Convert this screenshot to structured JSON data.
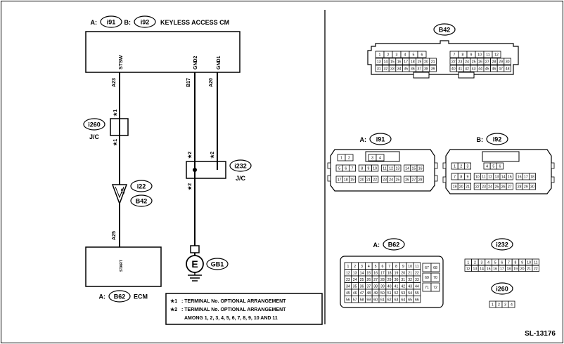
{
  "header": {
    "prefix_a": "A:",
    "conn_a": "i91",
    "prefix_b": "B:",
    "conn_b": "i92",
    "title": "KEYLESS ACCESS CM"
  },
  "keyless_cm": {
    "terminals": [
      {
        "name": "STSW",
        "pin": "A23"
      },
      {
        "name": "GND2",
        "pin": "B17"
      },
      {
        "name": "GND1",
        "pin": "A20"
      }
    ]
  },
  "jc_i260": {
    "conn": "i260",
    "type": "J/C",
    "mark_top": "★1",
    "mark_bottom": "★1"
  },
  "jc_i232": {
    "conn": "i232",
    "type": "J/C",
    "mark_left": "★2",
    "mark_right": "★2",
    "mark_bottom": "★2"
  },
  "splice": {
    "conn_top": "i22",
    "conn_bottom": "B42",
    "pin": "15"
  },
  "ecm": {
    "terminal": "START",
    "pin": "A25",
    "prefix": "A:",
    "conn": "B62",
    "title": "ECM"
  },
  "ground": {
    "symbol": "E",
    "conn": "GB1"
  },
  "legend": {
    "line1_mark": "★1",
    "line1_text": ": TERMINAL No. OPTIONAL ARRANGEMENT",
    "line2_mark": "★2",
    "line2_text": ": TERMINAL No. OPTIONAL ARRANGEMENT",
    "line3_text": "AMONG 1, 2, 3, 4, 5, 6, 7, 8, 9, 10 AND 11"
  },
  "connectors": {
    "b42": {
      "name": "B42",
      "left_rows": [
        [
          "1",
          "2",
          "3",
          "4",
          "5",
          "6"
        ],
        [
          "13",
          "14",
          "15",
          "16",
          "17",
          "18",
          "19",
          "20",
          "21"
        ],
        [
          "31",
          "32",
          "33",
          "34",
          "35",
          "36",
          "37",
          "38",
          "39"
        ]
      ],
      "right_rows": [
        [
          "7",
          "8",
          "9",
          "10",
          "11",
          "12"
        ],
        [
          "22",
          "23",
          "24",
          "25",
          "26",
          "27",
          "28",
          "29",
          "30"
        ],
        [
          "40",
          "41",
          "42",
          "43",
          "44",
          "45",
          "46",
          "47",
          "48"
        ]
      ]
    },
    "i91": {
      "prefix": "A:",
      "name": "i91",
      "row1": [
        "1",
        "2",
        "",
        "",
        "",
        "",
        "3",
        "4"
      ],
      "row2": [
        "5",
        "6",
        "7",
        "",
        "8",
        "9",
        "10",
        "",
        "11",
        "12",
        "13",
        "",
        "14",
        "15",
        "16"
      ],
      "row3": [
        "17",
        "18",
        "19",
        "",
        "20",
        "21",
        "22",
        "",
        "23",
        "24",
        "25",
        "",
        "26",
        "27",
        "28"
      ]
    },
    "i92": {
      "prefix": "B:",
      "name": "i92",
      "row1": [
        "1",
        "2",
        "3",
        "",
        "",
        "",
        "",
        "4",
        "5",
        "6"
      ],
      "row2": [
        "7",
        "8",
        "9",
        "",
        "10",
        "11",
        "12",
        "13",
        "14",
        "15",
        "",
        "16",
        "17",
        "18"
      ],
      "row3": [
        "19",
        "20",
        "21",
        "",
        "22",
        "23",
        "24",
        "25",
        "26",
        "27",
        "",
        "28",
        "29",
        "30"
      ]
    },
    "b62": {
      "prefix": "A:",
      "name": "B62",
      "rows": [
        [
          "1",
          "2",
          "3",
          "4",
          "5",
          "6",
          "7",
          "8",
          "9",
          "10",
          "11"
        ],
        [
          "12",
          "13",
          "14",
          "15",
          "16",
          "17",
          "18",
          "19",
          "20",
          "21",
          "22"
        ],
        [
          "23",
          "24",
          "25",
          "26",
          "27",
          "28",
          "29",
          "30",
          "31",
          "32",
          "33"
        ],
        [
          "34",
          "35",
          "36",
          "37",
          "38",
          "39",
          "40",
          "41",
          "42",
          "43",
          "44"
        ],
        [
          "45",
          "46",
          "47",
          "48",
          "49",
          "50",
          "51",
          "52",
          "53",
          "54",
          "55"
        ],
        [
          "56",
          "57",
          "58",
          "59",
          "60",
          "61",
          "62",
          "63",
          "64",
          "65",
          "66"
        ]
      ],
      "side": [
        [
          "67",
          "68"
        ],
        [
          "69",
          "70"
        ],
        [
          "71",
          "72"
        ]
      ]
    },
    "i232": {
      "name": "i232",
      "row1": [
        "1",
        "2",
        "3",
        "4",
        "5",
        "6",
        "7",
        "8",
        "9",
        "10",
        "11"
      ],
      "row2": [
        "12",
        "13",
        "14",
        "15",
        "16",
        "17",
        "18",
        "19",
        "20",
        "21",
        "22"
      ]
    },
    "i260": {
      "name": "i260",
      "row1": [
        "1",
        "2",
        "3",
        "4"
      ]
    }
  },
  "footer": {
    "code": "SL-13176"
  }
}
